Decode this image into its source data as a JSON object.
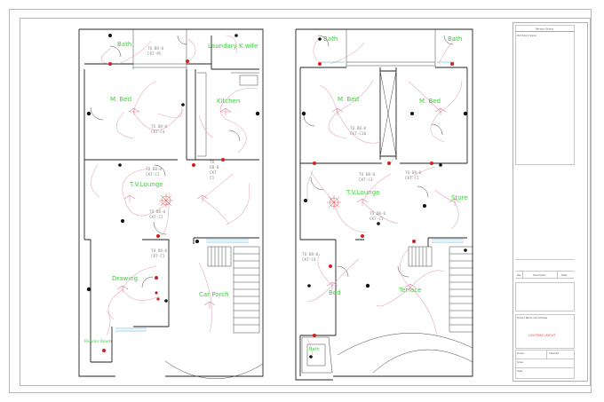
{
  "ground_floor": {
    "rooms": {
      "bath": "Bath",
      "laundry": "Laundary K.wife",
      "mbed": "M. Bed",
      "kitchen": "Kitchen",
      "tvlounge": "T.V.Lounge",
      "drawing": "Drawing",
      "carporch": "Car Porch",
      "powder": "Powder Room"
    },
    "circuit_labels": {
      "c1": [
        "TO DB-0",
        "CKT-P5"
      ],
      "c2": [
        "TO DB-0",
        "CKT-C4"
      ],
      "c3": [
        "TO DB-0",
        "CKT-C1"
      ],
      "c4": [
        "TO DB-0",
        "CKT-C1"
      ],
      "c5": [
        "TO DB-0",
        "CKT-C1"
      ],
      "c6": [
        "TO",
        "DB-0",
        "CKT",
        "C1"
      ]
    }
  },
  "first_floor": {
    "rooms": {
      "bath_left": "Bath",
      "bath_right": "Bath",
      "mbed_left": "M. Bed",
      "mbed_right": "M. Bed",
      "tvlounge": "T.V.Lounge",
      "store": "Store",
      "bed": "Bed",
      "terrace": "Terrace",
      "bath_small": "Bath"
    },
    "circuit_labels": {
      "c1": [
        "TO DB-0",
        "CKT-C10"
      ],
      "c2": [
        "TO DB-0",
        "CKT-C4"
      ],
      "c3": [
        "TO DB-0",
        "CKT-C1"
      ],
      "c4": [
        "TO DB-0",
        "CKT-C1"
      ],
      "c5": [
        "TO DB-0",
        "CKT-C4"
      ]
    }
  },
  "title_block": {
    "top_heading": "Revision Status",
    "plot_text": "Plot Size 1 Kanal",
    "revisions": [
      "Rev",
      "Description",
      "Date"
    ],
    "project_heading": "Project Name and Address",
    "drawing_title": "LIGHTING LAYOUT",
    "labels": [
      "Drawn",
      "Checked",
      "Scale",
      "Date"
    ]
  },
  "colors": {
    "room_label": "#35d335",
    "light_point": "#d11f1f",
    "wiring": "#e3a4b4",
    "glazing": "#45a7d8"
  }
}
